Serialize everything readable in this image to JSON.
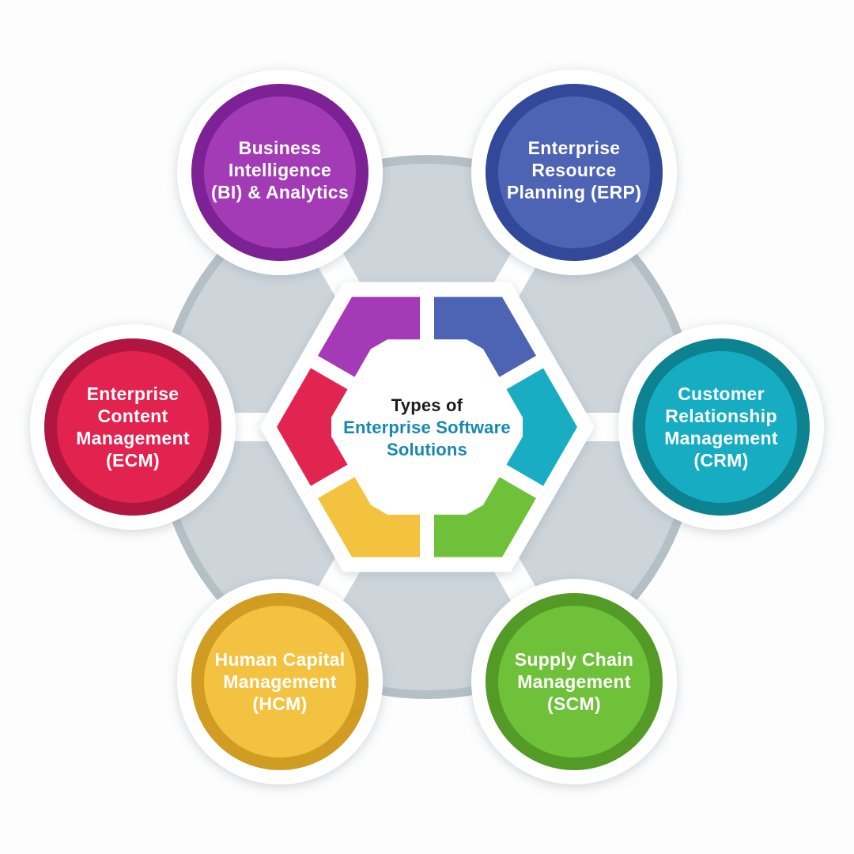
{
  "theme": {
    "background": "#fdfdfd",
    "base_circle_fill": "#cdd5db",
    "base_circle_border": "#b4bfc6",
    "connector": "#ffffff",
    "plate": "#ffffff",
    "title_color": "#1c1c1c",
    "subtitle_color": "#1889ae",
    "label_color": "#ffffff"
  },
  "center": {
    "title": "Types of",
    "subtitle_line1": "Enterprise Software",
    "subtitle_line2": "Solutions"
  },
  "nodes": [
    {
      "id": "business-intelligence",
      "position": "top-left",
      "fill": "#a43ab6",
      "ring": "#7d2094",
      "lines": [
        "Business",
        "Intelligence",
        "(BI) & Analytics"
      ]
    },
    {
      "id": "enterprise-resource-planning",
      "position": "top-right",
      "fill": "#4d64b4",
      "ring": "#32499a",
      "lines": [
        "Enterprise",
        "Resource",
        "Planning (ERP)"
      ]
    },
    {
      "id": "customer-relationship-management",
      "position": "right",
      "fill": "#18adc2",
      "ring": "#0e8291",
      "lines": [
        "Customer",
        "Relationship",
        "Management",
        "(CRM)"
      ]
    },
    {
      "id": "supply-chain-management",
      "position": "bottom-right",
      "fill": "#6ec139",
      "ring": "#529b28",
      "lines": [
        "Supply Chain",
        "Management",
        "(SCM)"
      ]
    },
    {
      "id": "human-capital-management",
      "position": "bottom-left",
      "fill": "#f3c23f",
      "ring": "#d09c22",
      "lines": [
        "Human Capital",
        "Management",
        "(HCM)"
      ]
    },
    {
      "id": "enterprise-content-management",
      "position": "left",
      "fill": "#e22450",
      "ring": "#b0173f",
      "lines": [
        "Enterprise",
        "Content",
        "Management",
        "(ECM)"
      ]
    }
  ]
}
